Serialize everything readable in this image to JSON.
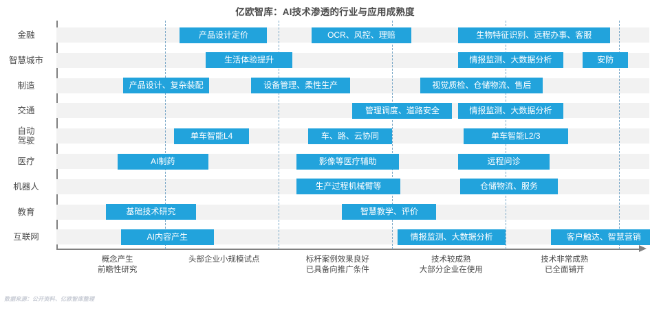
{
  "title": "亿欧智库：AI技术渗透的行业与应用成熟度",
  "source_note": "数据来源：公开资料、亿欧智库整理",
  "colors": {
    "bar": "#22a3dc",
    "band": "#f2f2f2",
    "gridline": "#7aa8c8",
    "axis": "#808080",
    "title_text": "#4a4a4a",
    "bar_text": "#ffffff",
    "source_text": "#c9cdd6"
  },
  "chart_data": {
    "type": "bar",
    "title": "亿欧智库：AI技术渗透的行业与应用成熟度",
    "xlabel": "",
    "ylabel": "",
    "grid": true,
    "legend": "none",
    "orientation": "horizontal-timeline",
    "x_axis": {
      "unit": "成熟度阶段",
      "range": [
        0,
        5
      ],
      "gridline_positions": [
        1,
        2,
        3,
        4,
        5
      ],
      "stage_labels": [
        "概念产生\n前瞻性研究",
        "头部企业小规模试点",
        "标杆案例效果良好\n已具备向推广条件",
        "技术较成熟\n大部分企业在使用",
        "技术非常成熟\n已全面铺开"
      ]
    },
    "categories": [
      "金融",
      "智慧城市",
      "制造",
      "交通",
      "自动\n驾驶",
      "医疗",
      "机器人",
      "教育",
      "互联网"
    ],
    "rows": [
      {
        "category": "金融",
        "items": [
          {
            "label": "产品设计定价",
            "start": 1.13,
            "end": 1.9
          },
          {
            "label": "OCR、风控、理赔",
            "start": 2.29,
            "end": 3.17
          },
          {
            "label": "生物特征识别、远程办事、客服",
            "start": 3.58,
            "end": 4.92
          }
        ]
      },
      {
        "category": "智慧城市",
        "items": [
          {
            "label": "生活体验提升",
            "start": 1.36,
            "end": 2.12
          },
          {
            "label": "情报监测、大数据分析",
            "start": 3.58,
            "end": 4.51
          },
          {
            "label": "安防",
            "start": 4.68,
            "end": 5.08
          }
        ]
      },
      {
        "category": "制造",
        "items": [
          {
            "label": "产品设计、复杂装配",
            "start": 0.63,
            "end": 1.39
          },
          {
            "label": "设备管理、柔性生产",
            "start": 1.76,
            "end": 2.63
          },
          {
            "label": "视觉质检、仓储物流、售后",
            "start": 3.25,
            "end": 4.33
          }
        ]
      },
      {
        "category": "交通",
        "items": [
          {
            "label": "管理调度、道路安全",
            "start": 2.65,
            "end": 3.53
          },
          {
            "label": "情报监测、大数据分析",
            "start": 3.58,
            "end": 4.51
          }
        ]
      },
      {
        "category": "自动\n驾驶",
        "items": [
          {
            "label": "单车智能L4",
            "start": 1.08,
            "end": 1.74
          },
          {
            "label": "车、路、云协同",
            "start": 2.26,
            "end": 3.0
          },
          {
            "label": "单车智能L2/3",
            "start": 3.63,
            "end": 4.55
          }
        ]
      },
      {
        "category": "医疗",
        "items": [
          {
            "label": "AI制药",
            "start": 0.58,
            "end": 1.38
          },
          {
            "label": "影像等医疗辅助",
            "start": 2.16,
            "end": 3.06
          },
          {
            "label": "远程问诊",
            "start": 3.58,
            "end": 4.39
          }
        ]
      },
      {
        "category": "机器人",
        "items": [
          {
            "label": "生产过程机械臂等",
            "start": 2.16,
            "end": 3.07
          },
          {
            "label": "仓储物流、服务",
            "start": 3.6,
            "end": 4.46
          }
        ]
      },
      {
        "category": "教育",
        "items": [
          {
            "label": "基础技术研究",
            "start": 0.48,
            "end": 1.27
          },
          {
            "label": "智慧教学、评价",
            "start": 2.56,
            "end": 3.39
          }
        ]
      },
      {
        "category": "互联网",
        "items": [
          {
            "label": "AI内容产生",
            "start": 0.61,
            "end": 1.43
          },
          {
            "label": "情报监测、大数据分析",
            "start": 3.05,
            "end": 4.0
          },
          {
            "label": "客户触达、智慧营销",
            "start": 4.4,
            "end": 5.33
          }
        ]
      }
    ]
  }
}
